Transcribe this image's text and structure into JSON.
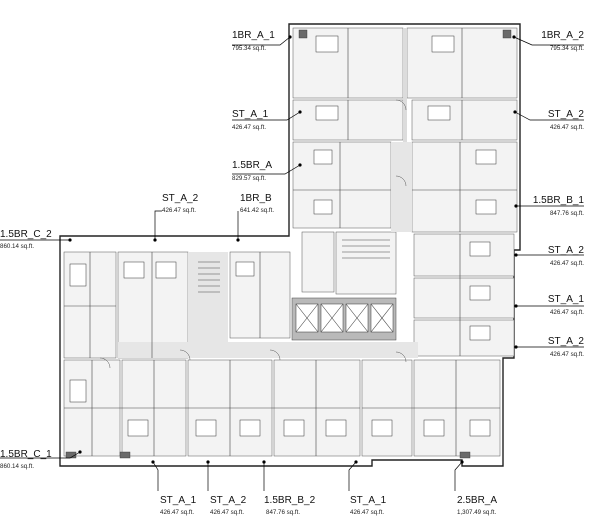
{
  "units": [
    {
      "id": "1br-a-1-top",
      "name": "1BR_A_1",
      "area": "795.34 sq.ft."
    },
    {
      "id": "1br-a-2-top",
      "name": "1BR_A_2",
      "area": "795.34 sq.ft."
    },
    {
      "id": "st-a-1-upper-left",
      "name": "ST_A_1",
      "area": "426.47 sq.ft."
    },
    {
      "id": "st-a-2-upper-right",
      "name": "ST_A_2",
      "area": "426.47 sq.ft."
    },
    {
      "id": "1-5br-a",
      "name": "1.5BR_A",
      "area": "829.57 sq.ft."
    },
    {
      "id": "1-5br-b-1",
      "name": "1.5BR_B_1",
      "area": "847.76 sq.ft."
    },
    {
      "id": "st-a-2-west",
      "name": "ST_A_2",
      "area": "426.47 sq.ft."
    },
    {
      "id": "1br-b",
      "name": "1BR_B",
      "area": "641.42 sq.ft."
    },
    {
      "id": "1-5br-c-2",
      "name": "1.5BR_C_2",
      "area": "860.14 sq.ft."
    },
    {
      "id": "st-a-2-east-mid",
      "name": "ST_A_2",
      "area": "426.47 sq.ft."
    },
    {
      "id": "st-a-1-east",
      "name": "ST_A_1",
      "area": "426.47 sq.ft."
    },
    {
      "id": "st-a-2-east-low",
      "name": "ST_A_2",
      "area": "426.47 sq.ft."
    },
    {
      "id": "1-5br-c-1",
      "name": "1.5BR_C_1",
      "area": "860.14 sq.ft."
    },
    {
      "id": "st-a-1-bottom-a",
      "name": "ST_A_1",
      "area": "426.47 sq.ft."
    },
    {
      "id": "st-a-2-bottom",
      "name": "ST_A_2",
      "area": "426.47 sq.ft."
    },
    {
      "id": "1-5br-b-2",
      "name": "1.5BR_B_2",
      "area": "847.76 sq.ft."
    },
    {
      "id": "st-a-1-bottom-b",
      "name": "ST_A_1",
      "area": "426.47 sq.ft."
    },
    {
      "id": "2-5br-a",
      "name": "2.5BR_A",
      "area": "1,307.49 sq.ft."
    }
  ]
}
